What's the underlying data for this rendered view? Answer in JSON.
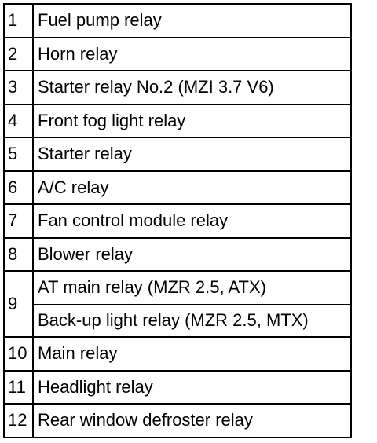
{
  "relay_table": {
    "rows": [
      {
        "num": "1",
        "desc": "Fuel pump relay"
      },
      {
        "num": "2",
        "desc": "Horn relay"
      },
      {
        "num": "3",
        "desc": "Starter relay No.2 (MZI 3.7 V6)"
      },
      {
        "num": "4",
        "desc": "Front fog light relay"
      },
      {
        "num": "5",
        "desc": "Starter relay"
      },
      {
        "num": "6",
        "desc": "A/C relay"
      },
      {
        "num": "7",
        "desc": "Fan control module relay"
      },
      {
        "num": "8",
        "desc": "Blower relay"
      },
      {
        "num": "9",
        "desc": [
          "AT main relay (MZR 2.5, ATX)",
          "Back-up light relay (MZR 2.5, MTX)"
        ]
      },
      {
        "num": "10",
        "desc": "Main relay"
      },
      {
        "num": "11",
        "desc": "Headlight relay"
      },
      {
        "num": "12",
        "desc": "Rear window defroster relay"
      }
    ]
  }
}
